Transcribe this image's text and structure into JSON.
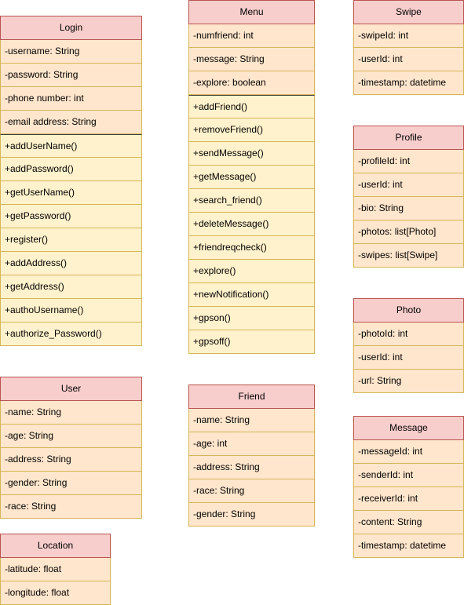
{
  "classes": {
    "login": {
      "name": "Login",
      "attributes": [
        "-username: String",
        "-password: String",
        "-phone number: int",
        "-email address: String"
      ],
      "operations": [
        "+addUserName()",
        "+addPassword()",
        "+getUserName()",
        "+getPassword()",
        "+register()",
        "+addAddress()",
        "+getAddress()",
        "+authoUsername()",
        "+authorize_Password()"
      ]
    },
    "menu": {
      "name": "Menu",
      "attributes": [
        "-numfriend: int",
        "-message: String",
        "-explore: boolean"
      ],
      "operations": [
        "+addFriend()",
        "+removeFriend()",
        "+sendMessage()",
        "+getMessage()",
        "+search_friend()",
        "+deleteMessage()",
        "+friendreqcheck()",
        "+explore()",
        "+newNotification()",
        "+gpson()",
        "+gpsoff()"
      ]
    },
    "swipe": {
      "name": "Swipe",
      "attributes": [
        "-swipeId: int",
        "-userId: int",
        "-timestamp: datetime"
      ],
      "operations": []
    },
    "profile": {
      "name": "Profile",
      "attributes": [
        "-profileId: int",
        "-userId: int",
        "-bio: String",
        "-photos: list[Photo]",
        "-swipes: list[Swipe]"
      ],
      "operations": []
    },
    "photo": {
      "name": "Photo",
      "attributes": [
        "-photoId: int",
        "-userId: int",
        "-url: String"
      ],
      "operations": []
    },
    "user": {
      "name": "User",
      "attributes": [
        "-name: String",
        "-age: String",
        "-address: String",
        "-gender: String",
        "-race: String"
      ],
      "operations": []
    },
    "friend": {
      "name": "Friend",
      "attributes": [
        "-name: String",
        "-age: int",
        "-address: String",
        "-race: String",
        "-gender: String"
      ],
      "operations": []
    },
    "message": {
      "name": "Message",
      "attributes": [
        "-messageId: int",
        "-senderId: int",
        "-receiverId: int",
        "-content: String",
        "-timestamp: datetime"
      ],
      "operations": []
    },
    "location": {
      "name": "Location",
      "attributes": [
        "-latitude: float",
        "-longitude: float"
      ],
      "operations": []
    }
  }
}
